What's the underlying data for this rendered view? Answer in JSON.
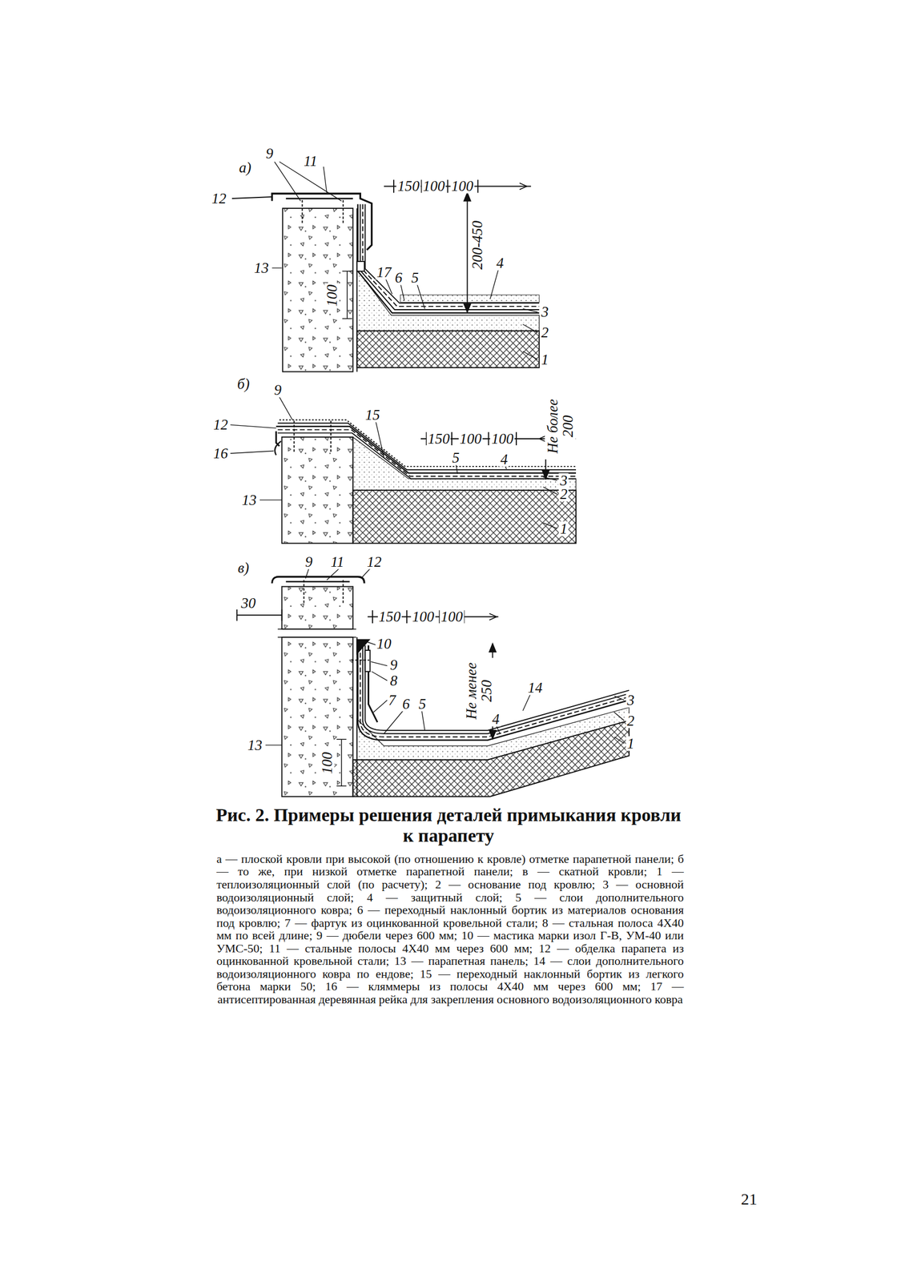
{
  "diagram": {
    "title": "Рис. 2. Примеры решения деталей примыкания кровли к парапету",
    "caption": "а — плоской кровли при высокой (по отношению к кровле) отметке парапетной панели; б — то же, при низкой отметке парапетной панели; в — скатной кровли; 1 — теплоизоляционный слой (по расчету); 2 — основание под кровлю; 3 — основной водоизоляционный слой; 4 — защитный слой; 5 — слои дополнительного водоизоляционного ковра; 6 — переходный наклонный бортик из материалов основания под кровлю; 7 — фартук из оцинкованной кровельной стали; 8 — стальная полоса 4Х40 мм по всей длине; 9 — дюбели через 600 мм; 10 — мастика марки изол Г-В, УМ-40 или УМС-50; 11 — стальные полосы 4Х40 мм через 600 мм; 12 — обделка парапета из оцинкованной кровельной стали; 13 — парапетная панель; 14 — слои дополнительного водоизоляционного ковра по ендове; 15 — переходный наклонный бортик из легкого бетона марки 50; 16 — кляммеры из полосы 4Х40 мм через 600 мм; 17 — антисептированная деревянная рейка для закрепления основного водоизоляционного ковра",
    "labels": [
      "а)",
      "9",
      "11",
      "12",
      "150",
      "100",
      "100",
      "200-450",
      "13",
      "17",
      "6",
      "5",
      "4",
      "100",
      "3",
      "2",
      "1",
      "б)",
      "9",
      "15",
      "150",
      "100",
      "100",
      "Не более 200",
      "12",
      "16",
      "5",
      "4",
      "3",
      "2",
      "13",
      "1",
      "в)",
      "9",
      "11",
      "12",
      "30",
      "150",
      "100",
      "100",
      "10",
      "9",
      "8",
      "Не менее 250",
      "7",
      "6",
      "5",
      "14",
      "4",
      "3",
      "2",
      "1",
      "13",
      "100",
      "21"
    ]
  }
}
